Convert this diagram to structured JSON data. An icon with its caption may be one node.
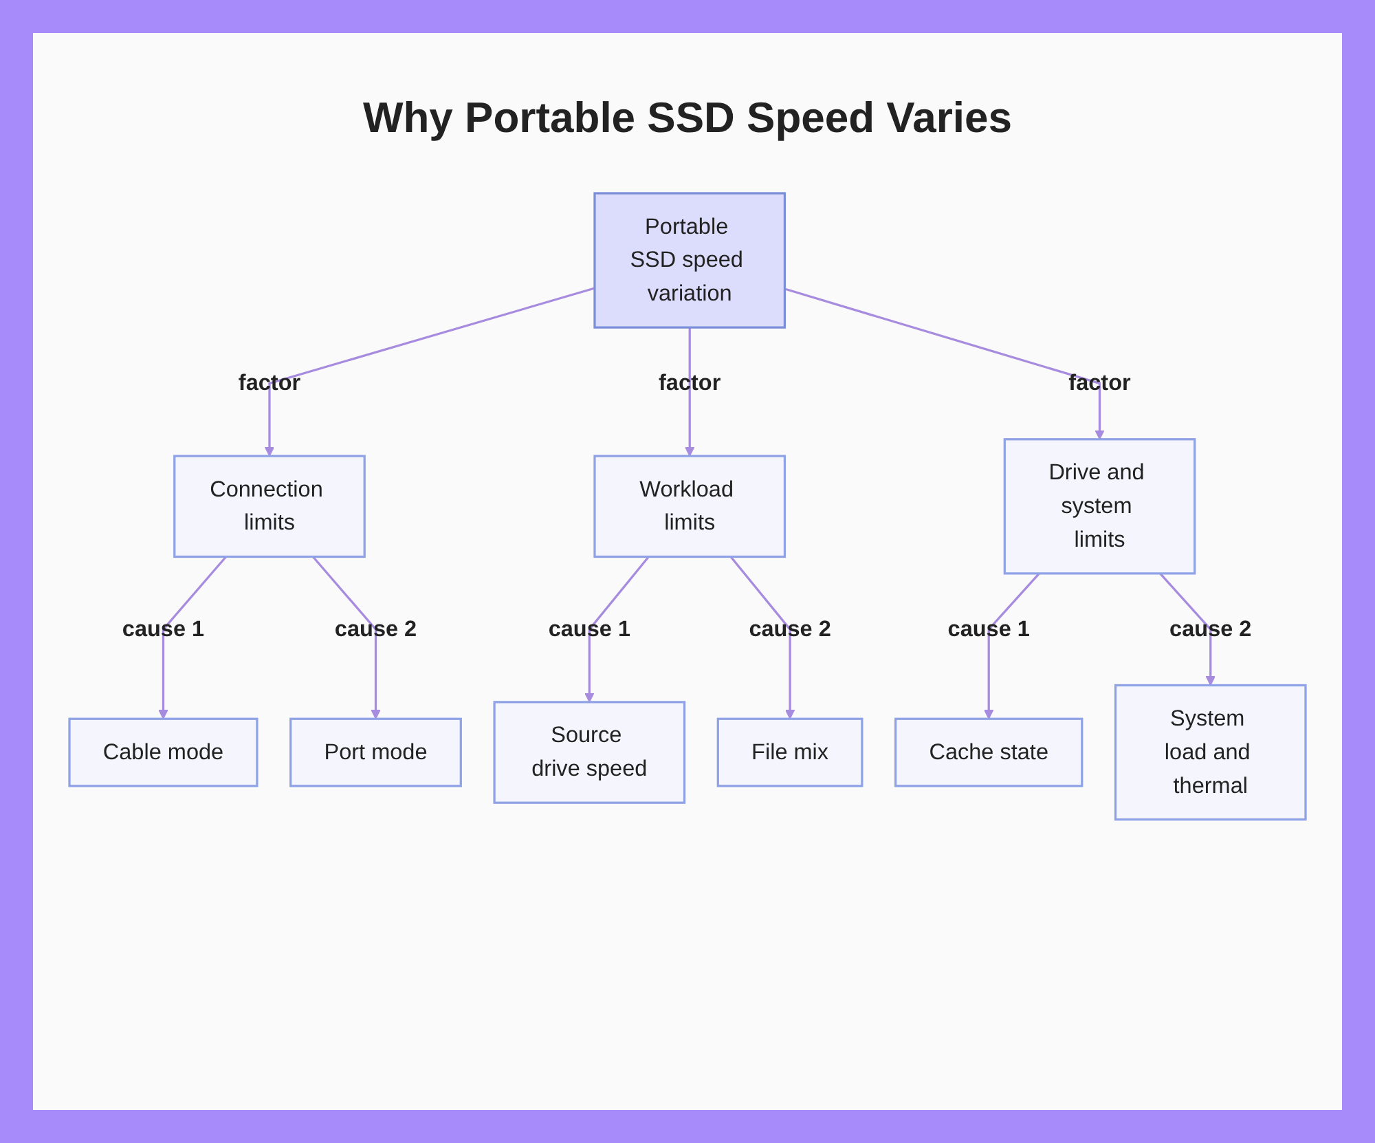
{
  "diagram": {
    "title": "Why Portable SSD Speed Varies",
    "nodes": [
      {
        "text": [
          "Portable SSD speed variation"
        ]
      },
      {
        "text": [
          "Connection limits"
        ]
      },
      {
        "text": [
          "Workload limits"
        ]
      },
      {
        "text": [
          "Drive and system limits"
        ]
      },
      {
        "text": [
          "Cable mode"
        ]
      },
      {
        "text": [
          "Port mode"
        ]
      },
      {
        "text": [
          "Source drive speed"
        ]
      },
      {
        "text": [
          "File mix"
        ]
      },
      {
        "text": [
          "Cache state"
        ]
      },
      {
        "text": [
          "System load and thermal"
        ]
      }
    ],
    "edges": [
      {
        "from": 0,
        "to": 1,
        "arrow": "to",
        "label": "factor"
      },
      {
        "from": 0,
        "to": 2,
        "arrow": "to",
        "label": "factor"
      },
      {
        "from": 0,
        "to": 3,
        "arrow": "to",
        "label": "factor"
      },
      {
        "from": 1,
        "to": 4,
        "arrow": "to",
        "label": "cause 1"
      },
      {
        "from": 1,
        "to": 5,
        "arrow": "to",
        "label": "cause 2"
      },
      {
        "from": 2,
        "to": 6,
        "arrow": "to",
        "label": "cause 1"
      },
      {
        "from": 2,
        "to": 7,
        "arrow": "to",
        "label": "cause 2"
      },
      {
        "from": 3,
        "to": 8,
        "arrow": "to",
        "label": "cause 1"
      },
      {
        "from": 3,
        "to": 9,
        "arrow": "to",
        "label": "cause 2"
      }
    ]
  }
}
